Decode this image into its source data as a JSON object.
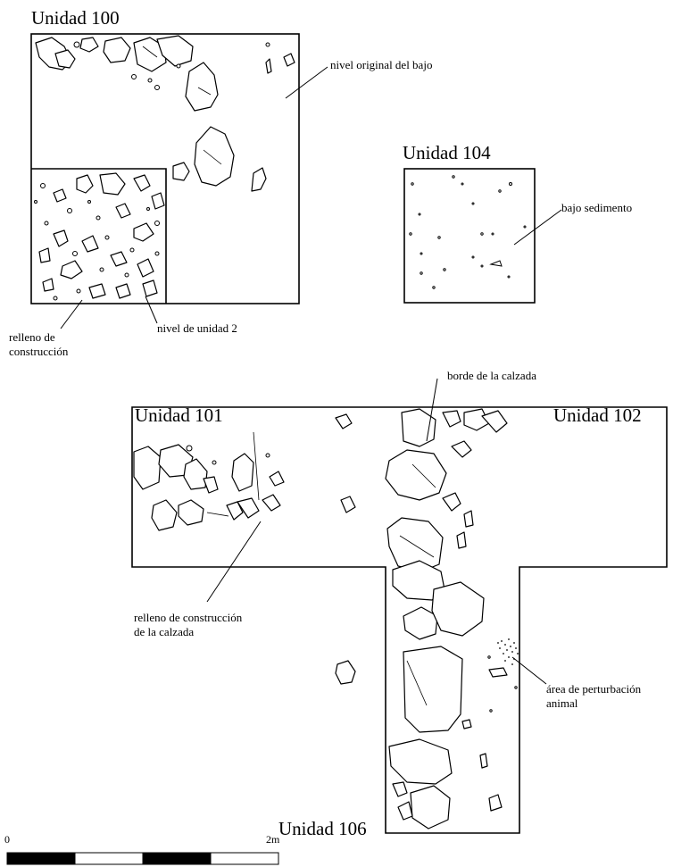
{
  "units": {
    "u100": "Unidad 100",
    "u104": "Unidad 104",
    "u101": "Unidad 101",
    "u102": "Unidad 102",
    "u106": "Unidad 106"
  },
  "labels": {
    "nivel_original": "nivel original del bajo",
    "bajo_sedimento": "bajo sedimento",
    "relleno_1": "relleno de",
    "relleno_2": "construcción",
    "nivel_unidad": "nivel de unidad 2",
    "borde": "borde de la calzada",
    "relleno_calzada_1": "relleno de construcción",
    "relleno_calzada_2": "de la calzada",
    "perturbacion_1": "área de perturbación",
    "perturbacion_2": "animal"
  },
  "scale_bar": {
    "start": "0",
    "end": "2m",
    "segments": 4
  }
}
